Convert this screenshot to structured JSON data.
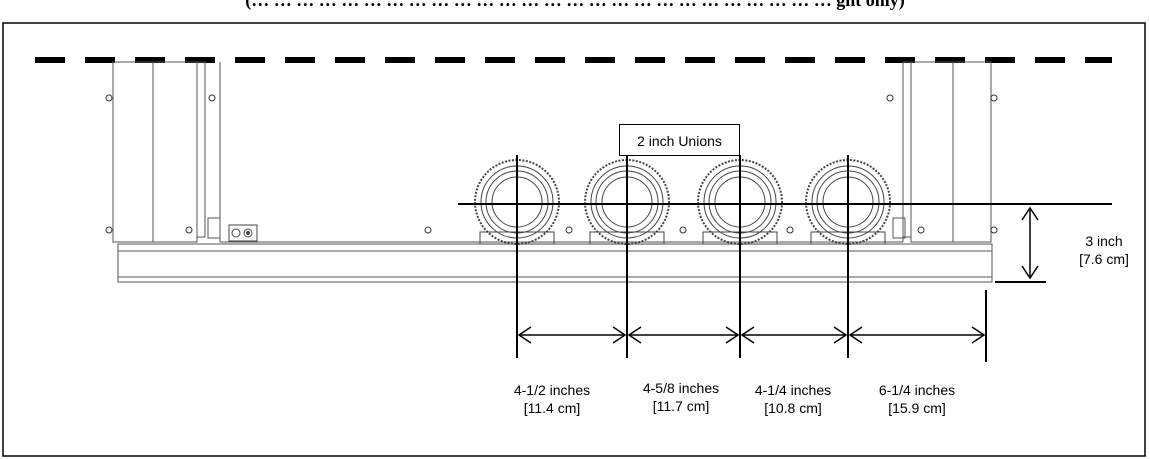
{
  "title_fragment": "(… … … … … … … … … … … … … … … … … … … … … … … … … … ght only)",
  "callout": "2 inch Unions",
  "height_dimension": {
    "line1": "3 inch",
    "line2": "[7.6 cm]"
  },
  "spacing_dimensions": [
    {
      "line1": "4-1/2 inches",
      "line2": "[11.4 cm]"
    },
    {
      "line1": "4-5/8 inches",
      "line2": "[11.7 cm]"
    },
    {
      "line1": "4-1/4 inches",
      "line2": "[10.8 cm]"
    },
    {
      "line1": "6-1/4 inches",
      "line2": "[15.9 cm]"
    }
  ],
  "colors": {
    "line": "#000000",
    "drawing": "#555555",
    "background": "#ffffff"
  }
}
